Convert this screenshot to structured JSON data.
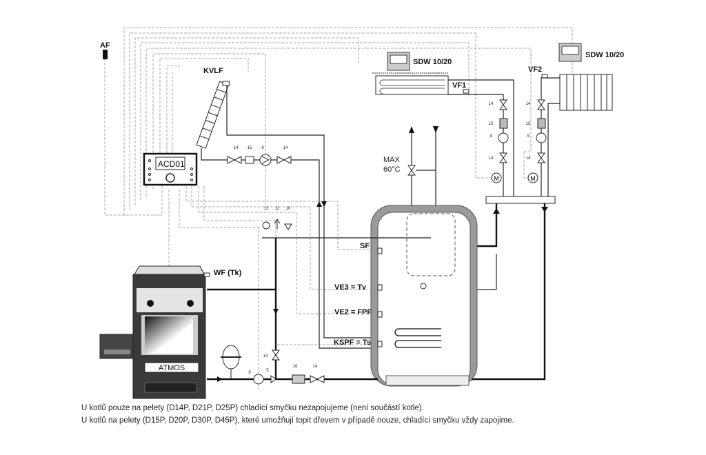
{
  "labels": {
    "af": "AF",
    "kvlf": "KVLF",
    "controller": "ACD01",
    "sdw_left": "SDW 10/20",
    "sdw_right": "SDW 10/20",
    "vf1": "VF1",
    "vf2": "VF2",
    "max_temp_line1": "MAX",
    "max_temp_line2": "60°C",
    "sf": "SF",
    "ve3": "VE3 = Tv",
    "ve2": "VE2 = FPF",
    "kspf": "KSPF = Ts",
    "wf": "WF (Tk)",
    "boiler_brand": "ATMOS"
  },
  "component_numbers": {
    "valve": "14",
    "filter": "15",
    "pump": "9",
    "gauge": "13",
    "vent": "12",
    "safety_valve": "10",
    "three_way_valve": "5",
    "filter_boiler": "16"
  },
  "notes": [
    "U kotlů pouze na pelety (D14P, D21P, D25P) chladící smyčku nezapojujeme (není součástí kotle).",
    "U kotlů na pelety (D15P, D20P, D30P, D45P), které umožňují topit dřevem v případě nouze, chladící smyčku vždy zapojime."
  ],
  "colors": {
    "line": "#222222",
    "wire": "#aaaaaa",
    "tank": "#9a9a9a",
    "boiler": "#3a3a3a"
  }
}
